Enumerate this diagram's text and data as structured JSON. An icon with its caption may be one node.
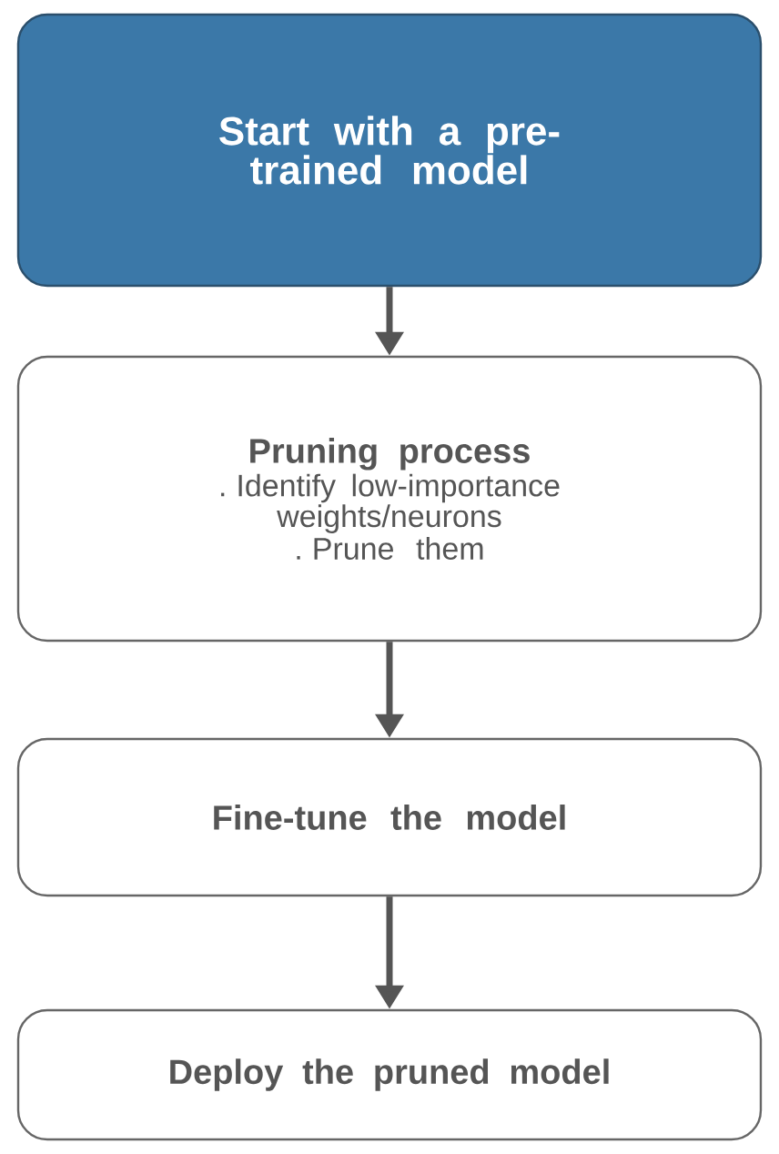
{
  "diagram": {
    "nodes": [
      {
        "text": [
          "Start with a pre-trained model"
        ]
      },
      {
        "text": [
          "Pruning process",
          ". Identify low-importance weights/neurons",
          ". Prune them"
        ]
      },
      {
        "text": [
          "Fine-tune the model"
        ]
      },
      {
        "text": [
          "Deploy the pruned model"
        ]
      }
    ],
    "edges": [
      {
        "from": 0,
        "to": 1,
        "arrow": "to"
      },
      {
        "from": 1,
        "to": 2,
        "arrow": "to"
      },
      {
        "from": 2,
        "to": 3,
        "arrow": "to"
      }
    ]
  }
}
